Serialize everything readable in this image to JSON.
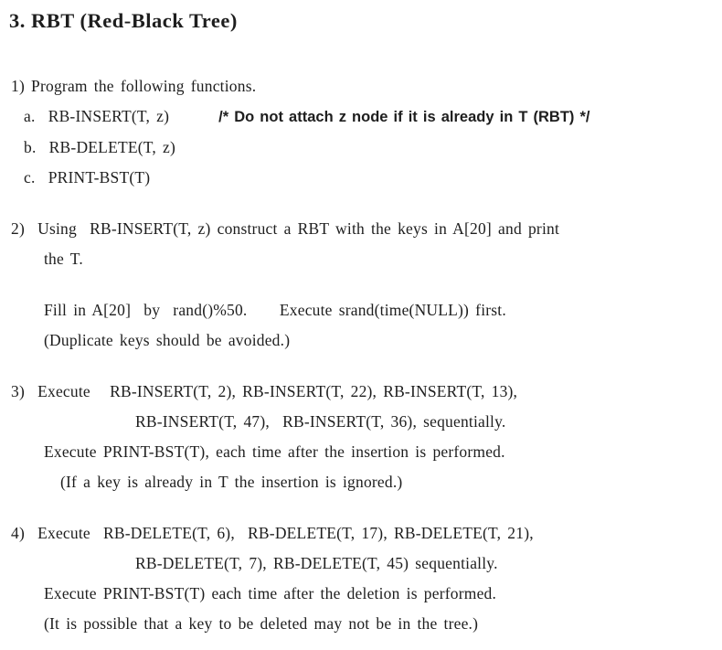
{
  "page": {
    "background": "#ffffff",
    "text_color": "#1e1e1e"
  },
  "title": "3. RBT (Red-Black Tree)",
  "blocks": [
    {
      "name": "item-1-program-functions",
      "lines": [
        {
          "indent": 0,
          "text": "1) Program the following functions."
        },
        {
          "indent": 1,
          "text": "a.  RB-INSERT(T, z)",
          "comment": "/* Do not attach z node if it is already in T (RBT) */"
        },
        {
          "indent": 1,
          "text": "b.  RB-DELETE(T, z)"
        },
        {
          "indent": 1,
          "text": "c.  PRINT-BST(T)"
        }
      ]
    },
    {
      "name": "item-2-construct-rbt",
      "lines": [
        {
          "indent": 0,
          "text": "2)  Using  RB-INSERT(T, z) construct a RBT with the keys in A[20] and print"
        },
        {
          "indent": 2,
          "text": "the T."
        }
      ]
    },
    {
      "name": "item-2-fill-array-note",
      "lines": [
        {
          "indent": 2,
          "text": "Fill in A[20]  by  rand()%50.     Execute srand(time(NULL)) first."
        },
        {
          "indent": 2,
          "text": "(Duplicate keys should be avoided.)"
        }
      ]
    },
    {
      "name": "item-3-insert-sequence",
      "lines": [
        {
          "indent": 0,
          "text": "3)  Execute   RB-INSERT(T, 2), RB-INSERT(T, 22), RB-INSERT(T, 13),"
        },
        {
          "indent": 4,
          "text": "RB-INSERT(T, 47),  RB-INSERT(T, 36), sequentially."
        },
        {
          "indent": 2,
          "text": "Execute PRINT-BST(T), each time after the insertion is performed."
        },
        {
          "indent": 3,
          "text": "(If a key is already in T the insertion is ignored.)"
        }
      ]
    },
    {
      "name": "item-4-delete-sequence",
      "lines": [
        {
          "indent": 0,
          "text": "4)  Execute  RB-DELETE(T, 6),  RB-DELETE(T, 17), RB-DELETE(T, 21),"
        },
        {
          "indent": 4,
          "text": "RB-DELETE(T, 7), RB-DELETE(T, 45) sequentially."
        },
        {
          "indent": 2,
          "text": "Execute PRINT-BST(T) each time after the deletion is performed."
        },
        {
          "indent": 2,
          "text": "(It is possible that a key to be deleted may not be in the tree.)"
        }
      ]
    }
  ]
}
